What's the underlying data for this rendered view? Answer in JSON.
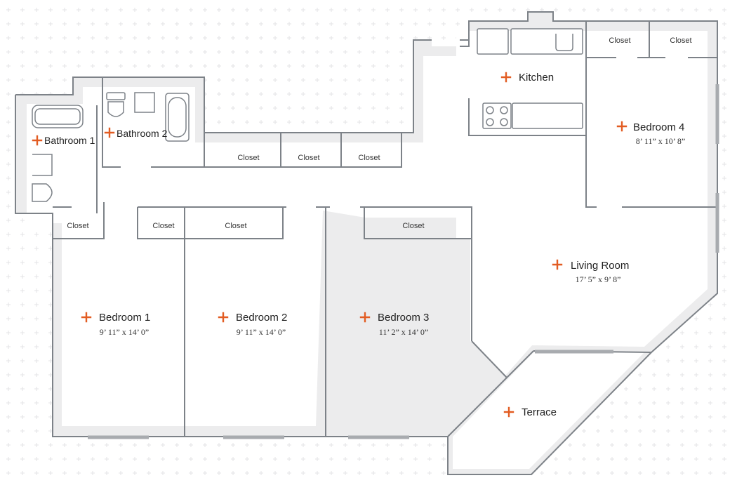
{
  "rooms": {
    "kitchen": {
      "name": "Kitchen"
    },
    "bathroom1": {
      "name": "Bathroom 1"
    },
    "bathroom2": {
      "name": "Bathroom 2"
    },
    "bedroom1": {
      "name": "Bedroom 1",
      "dims": "9’ 11” x 14’ 0”"
    },
    "bedroom2": {
      "name": "Bedroom 2",
      "dims": "9’ 11” x 14’ 0”"
    },
    "bedroom3": {
      "name": "Bedroom 3",
      "dims": "11’ 2” x 14’ 0”"
    },
    "bedroom4": {
      "name": "Bedroom 4",
      "dims": "8’ 11” x 10’ 8”"
    },
    "living": {
      "name": "Living Room",
      "dims": "17’ 5” x 9’ 8”"
    },
    "terrace": {
      "name": "Terrace"
    }
  },
  "closet_label": "Closet",
  "colors": {
    "accent": "#e25c22",
    "wall": "#7d8288",
    "shade": "#ececed"
  }
}
